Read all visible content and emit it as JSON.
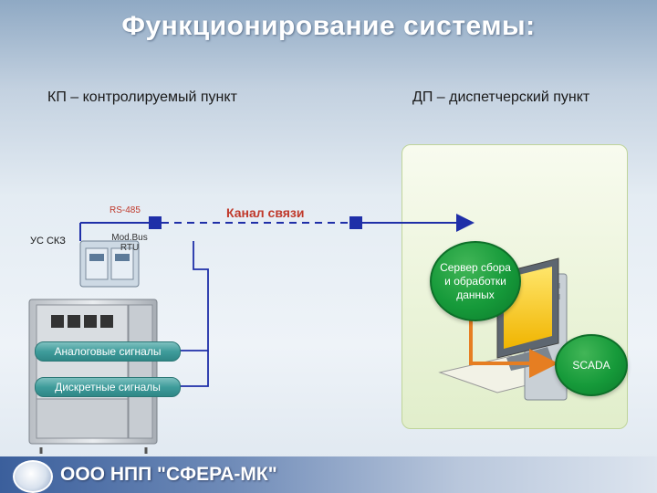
{
  "title": "Функционирование системы:",
  "kp": {
    "title": "КП – контролируемый пункт",
    "device_label": "УС СКЗ",
    "interface_label": "RS-485",
    "protocol_label": "Mod.Bus RTU",
    "signals": {
      "analog": "Аналоговые сигналы",
      "discrete": "Дискретные сигналы"
    }
  },
  "channel": {
    "label": "Канал связи"
  },
  "dp": {
    "title": "ДП – диспетчерский пункт",
    "server_label": "Сервер сбора и обработки данных",
    "scada_label": "SCADA"
  },
  "footer": {
    "company": "ООО НПП \"СФЕРА-МК\""
  },
  "colors": {
    "accent_red": "#c0392b",
    "line_blue": "#1f2fa8",
    "node_green": "#169a3a",
    "signal_teal": "#3f9c9b",
    "arrow_orange": "#e67e22"
  }
}
